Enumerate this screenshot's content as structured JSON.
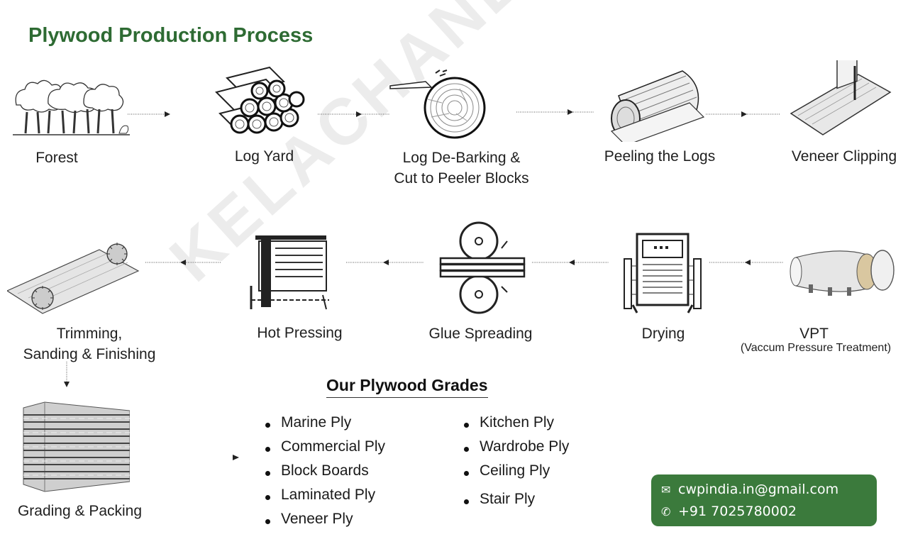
{
  "title": "Plywood Production Process",
  "watermark": "KELACHANDRA PLY",
  "steps": [
    {
      "label": "Forest",
      "icon": "forest-icon"
    },
    {
      "label": "Log Yard",
      "icon": "log-pile-icon"
    },
    {
      "label": "Log De-Barking & Cut to Peeler Blocks",
      "line1": "Log De-Barking &",
      "line2": "Cut to Peeler Blocks",
      "icon": "log-debarking-icon"
    },
    {
      "label": "Peeling the Logs",
      "icon": "log-peeling-icon"
    },
    {
      "label": "Veneer Clipping",
      "icon": "veneer-clipping-icon"
    },
    {
      "label": "VPT",
      "sub": "(Vaccum Pressure Treatment)",
      "icon": "pressure-cylinder-icon"
    },
    {
      "label": "Drying",
      "icon": "dryer-machine-icon"
    },
    {
      "label": "Glue Spreading",
      "icon": "glue-rollers-icon"
    },
    {
      "label": "Hot Pressing",
      "icon": "hot-press-icon"
    },
    {
      "label": "Trimming, Sanding & Finishing",
      "line1": "Trimming,",
      "line2": "Sanding & Finishing",
      "icon": "trimming-saw-icon"
    },
    {
      "label": "Grading & Packing",
      "icon": "plywood-stack-icon"
    }
  ],
  "grades": {
    "title": "Our Plywood Grades",
    "left": [
      "Marine Ply",
      "Commercial Ply",
      "Block Boards",
      "Laminated Ply",
      "Veneer Ply"
    ],
    "right": [
      "Kitchen Ply",
      "Wardrobe Ply",
      "Ceiling Ply",
      "Stair Ply"
    ]
  },
  "contact": {
    "email": "cwpindia.in@gmail.com",
    "phone": "+91 7025780002",
    "email_icon": "envelope-icon",
    "phone_icon": "phone-icon"
  },
  "colors": {
    "title_green": "#2e6b33",
    "contact_bg": "#3b7a3c"
  }
}
